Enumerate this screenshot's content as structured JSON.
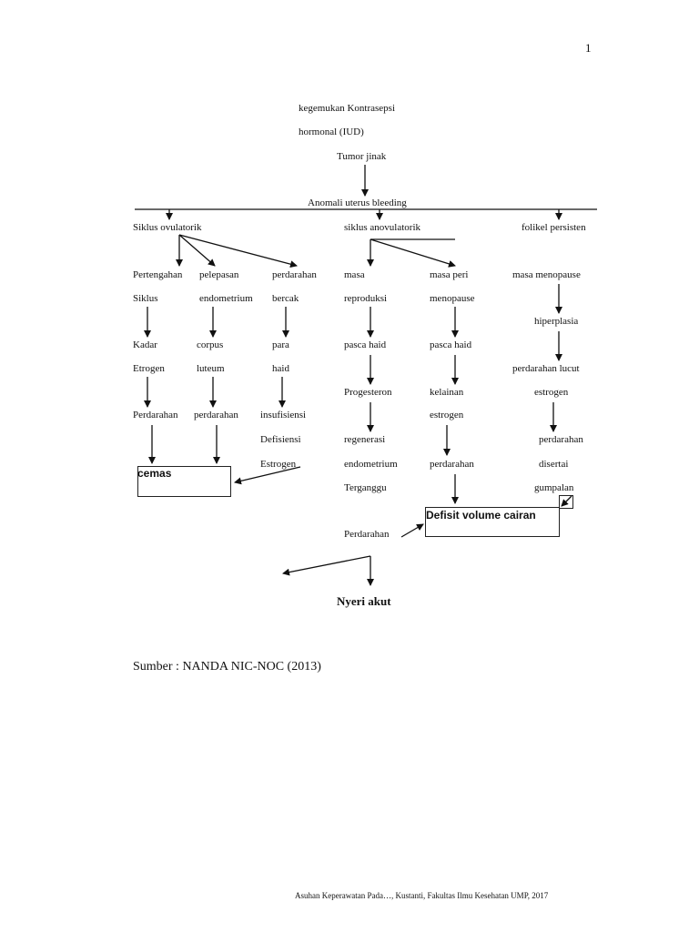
{
  "page_number": "1",
  "top": {
    "line1": "kegemukan Kontrasepsi",
    "line2": "hormonal (IUD)",
    "tumor": "Tumor jinak",
    "anomali": "Anomali uterus bleeding"
  },
  "branches": {
    "ovulatorik": "Siklus ovulatorik",
    "anovulatorik": "siklus anovulatorik",
    "persisten": "folikel persisten"
  },
  "col1": [
    "Pertengahan",
    "Siklus",
    "Kadar",
    "Etrogen",
    "Perdarahan"
  ],
  "col2": [
    "pelepasan",
    "endometrium",
    "corpus",
    "luteum",
    "perdarahan"
  ],
  "col3": [
    "perdarahan",
    "bercak",
    "para",
    "haid",
    "insufisiensi",
    "Defisiensi",
    "Estrogen"
  ],
  "col4": [
    "masa",
    "reproduksi",
    "pasca haid",
    "Progesteron",
    "regenerasi",
    "endometrium",
    "Terganggu",
    "Perdarahan"
  ],
  "col5": [
    "masa peri",
    "menopause",
    "pasca haid",
    "kelainan",
    "estrogen",
    "perdarahan"
  ],
  "col6": [
    "masa menopause",
    "hiperplasia",
    "perdarahan lucut",
    "estrogen",
    "perdarahan",
    "disertai",
    "gumpalan"
  ],
  "boxes": {
    "cemas": "cemas",
    "defisit": "Defisit volume cairan"
  },
  "nyeri": "Nyeri akut",
  "source": "Sumber : NANDA NIC-NOC (2013)",
  "footer": "Asuhan Keperawatan Pada…, Kustanti, Fakultas Ilmu Kesehatan UMP, 2017"
}
